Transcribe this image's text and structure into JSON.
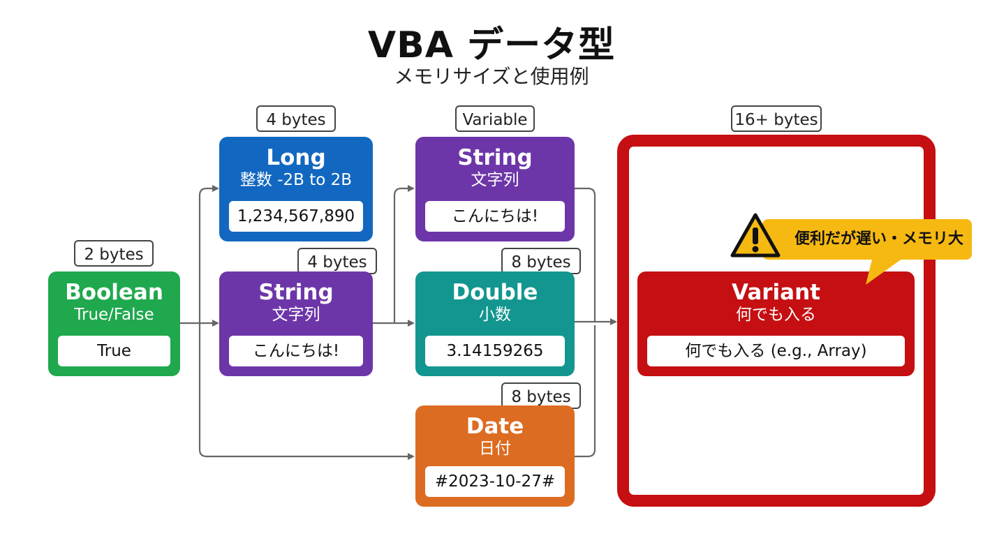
{
  "header": {
    "title": "VBA データ型",
    "subtitle": "メモリサイズと使用例"
  },
  "types": [
    {
      "id": "boolean",
      "name": "Boolean",
      "desc": "True/False",
      "example": "True",
      "size": "2 bytes",
      "color": "#1fa84d"
    },
    {
      "id": "long",
      "name": "Long",
      "desc": "整数 -2B to 2B",
      "example": "1,234,567,890",
      "size": "4 bytes",
      "color": "#1268c0"
    },
    {
      "id": "string-fixed",
      "name": "String",
      "desc": "文字列",
      "example": "こんにちは!",
      "size": "4 bytes",
      "color": "#6d36a8"
    },
    {
      "id": "string-var",
      "name": "String",
      "desc": "文字列",
      "example": "こんにちは!",
      "size": "Variable",
      "color": "#6d36a8"
    },
    {
      "id": "double",
      "name": "Double",
      "desc": "小数",
      "example": "3.14159265",
      "size": "8 bytes",
      "color": "#12968f"
    },
    {
      "id": "date",
      "name": "Date",
      "desc": "日付",
      "example": "#2023-10-27#",
      "size": "8 bytes",
      "color": "#dc6c22"
    },
    {
      "id": "variant",
      "name": "Variant",
      "desc": "何でも入る",
      "example": "何でも入る (e.g., Array)",
      "size": "16+ bytes",
      "color": "#c50f12"
    }
  ],
  "warning": {
    "text": "便利だが遅い・メモリ大",
    "icon": "warning-icon",
    "color": "#f6b912"
  }
}
